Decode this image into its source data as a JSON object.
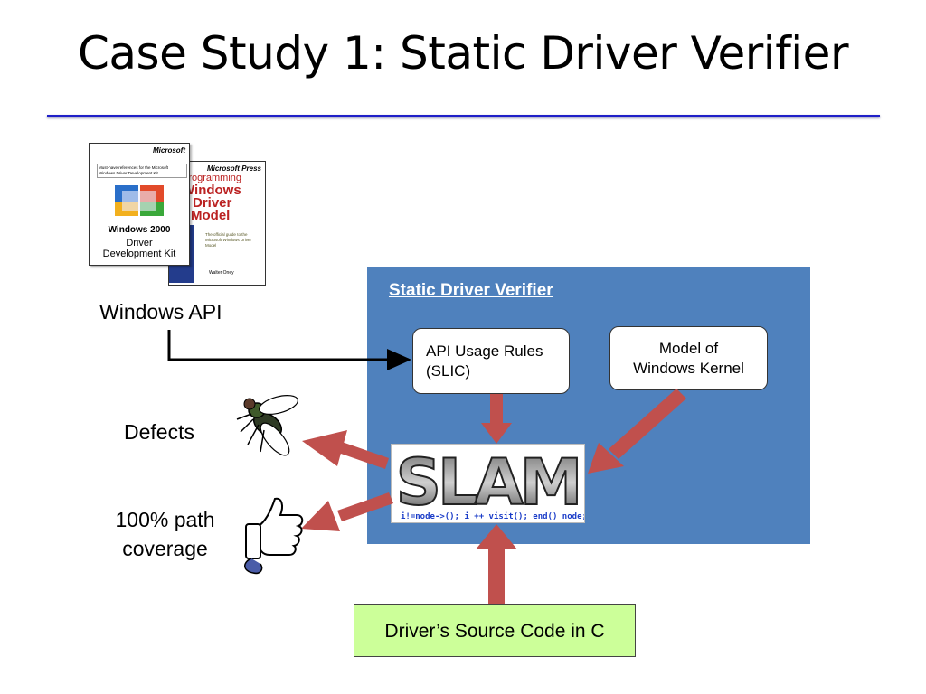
{
  "slide": {
    "title": "Case Study 1: Static Driver Verifier"
  },
  "books": {
    "front_header": "Microsoft",
    "front_product": "Windows 2000",
    "front_subtitle_1": "Driver",
    "front_subtitle_2": "Development Kit",
    "front_blurb": "Must-have references for the Microsoft Windows Driver Development Kit",
    "back_header": "Microsoft Press",
    "back_line1": "Programming",
    "back_line2": "Windows",
    "back_line3": "Driver",
    "back_line4": "Model",
    "back_note": "The official guide to the Microsoft Windows Driver Model",
    "back_author": "Walter Oney"
  },
  "labels": {
    "windows_api": "Windows API",
    "defects": "Defects",
    "coverage_line1": "100% path",
    "coverage_line2": "coverage"
  },
  "verifier": {
    "title": "Static Driver Verifier",
    "rules_line1": "API Usage Rules",
    "rules_line2": "(SLIC)",
    "model_line1": "Model of",
    "model_line2": "Windows Kernel",
    "slam_text": "SLAM",
    "slam_code": "i!=node->(); i ++ visit(); end() node;{ procs."
  },
  "source": {
    "label": "Driver’s Source Code in C"
  },
  "colors": {
    "title_rule": "#1f1fc8",
    "verifier_bg": "#4f81bd",
    "arrow": "#c0504d",
    "source_bg": "#ccff99"
  }
}
